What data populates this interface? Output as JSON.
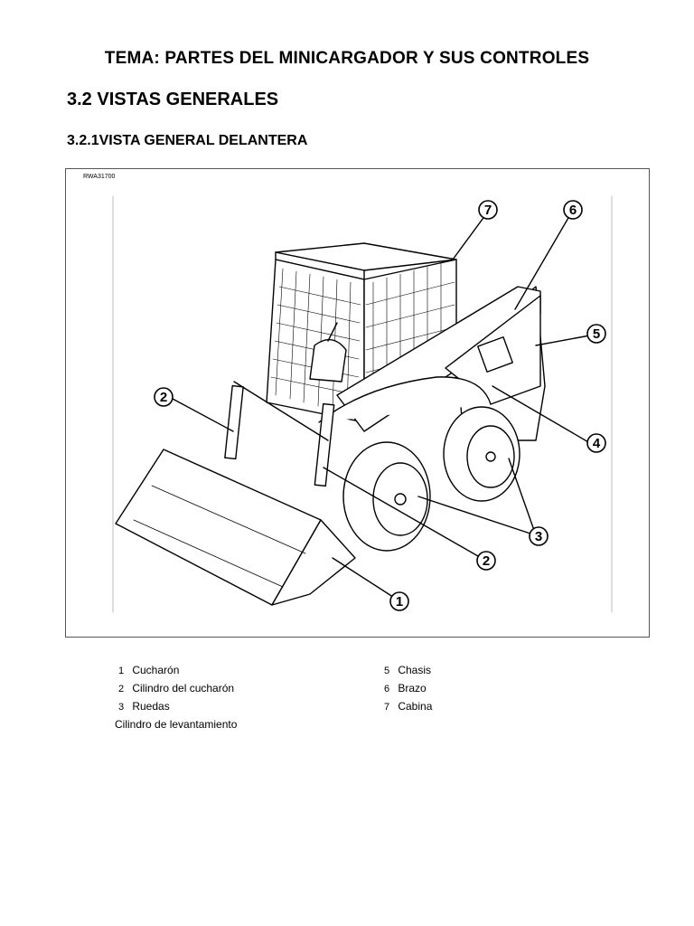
{
  "header": {
    "title": "TEMA: PARTES DEL MINICARGADOR Y SUS CONTROLES",
    "section": "3.2 VISTAS GENERALES",
    "subsection": "3.2.1VISTA GENERAL DELANTERA"
  },
  "figure": {
    "code": "RWA31700",
    "callouts": [
      "7",
      "6",
      "5",
      "2",
      "4",
      "3",
      "2",
      "1"
    ]
  },
  "legend": {
    "left": [
      {
        "num": "1",
        "label": "Cucharón"
      },
      {
        "num": "2",
        "label": "Cilindro del cucharón"
      },
      {
        "num": "3",
        "label": "Ruedas"
      }
    ],
    "left_extra": "Cilindro de levantamiento",
    "right": [
      {
        "num": "5",
        "label": "Chasis"
      },
      {
        "num": "6",
        "label": "Brazo"
      },
      {
        "num": "7",
        "label": "Cabina"
      }
    ]
  }
}
